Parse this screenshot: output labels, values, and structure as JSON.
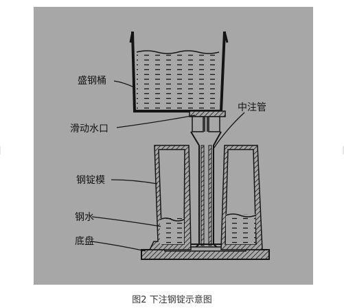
{
  "labels": {
    "ladle": "盛钢桶",
    "slide_gate": "滑动水口",
    "center_runner": "中注管",
    "ingot_mold": "钢锭模",
    "molten_steel": "钢水",
    "bottom_plate": "底盘"
  },
  "caption": "图2 下注钢锭示意图",
  "colors": {
    "panel": "#a7a7a7",
    "ink": "#141414",
    "page": "#ffffff"
  }
}
